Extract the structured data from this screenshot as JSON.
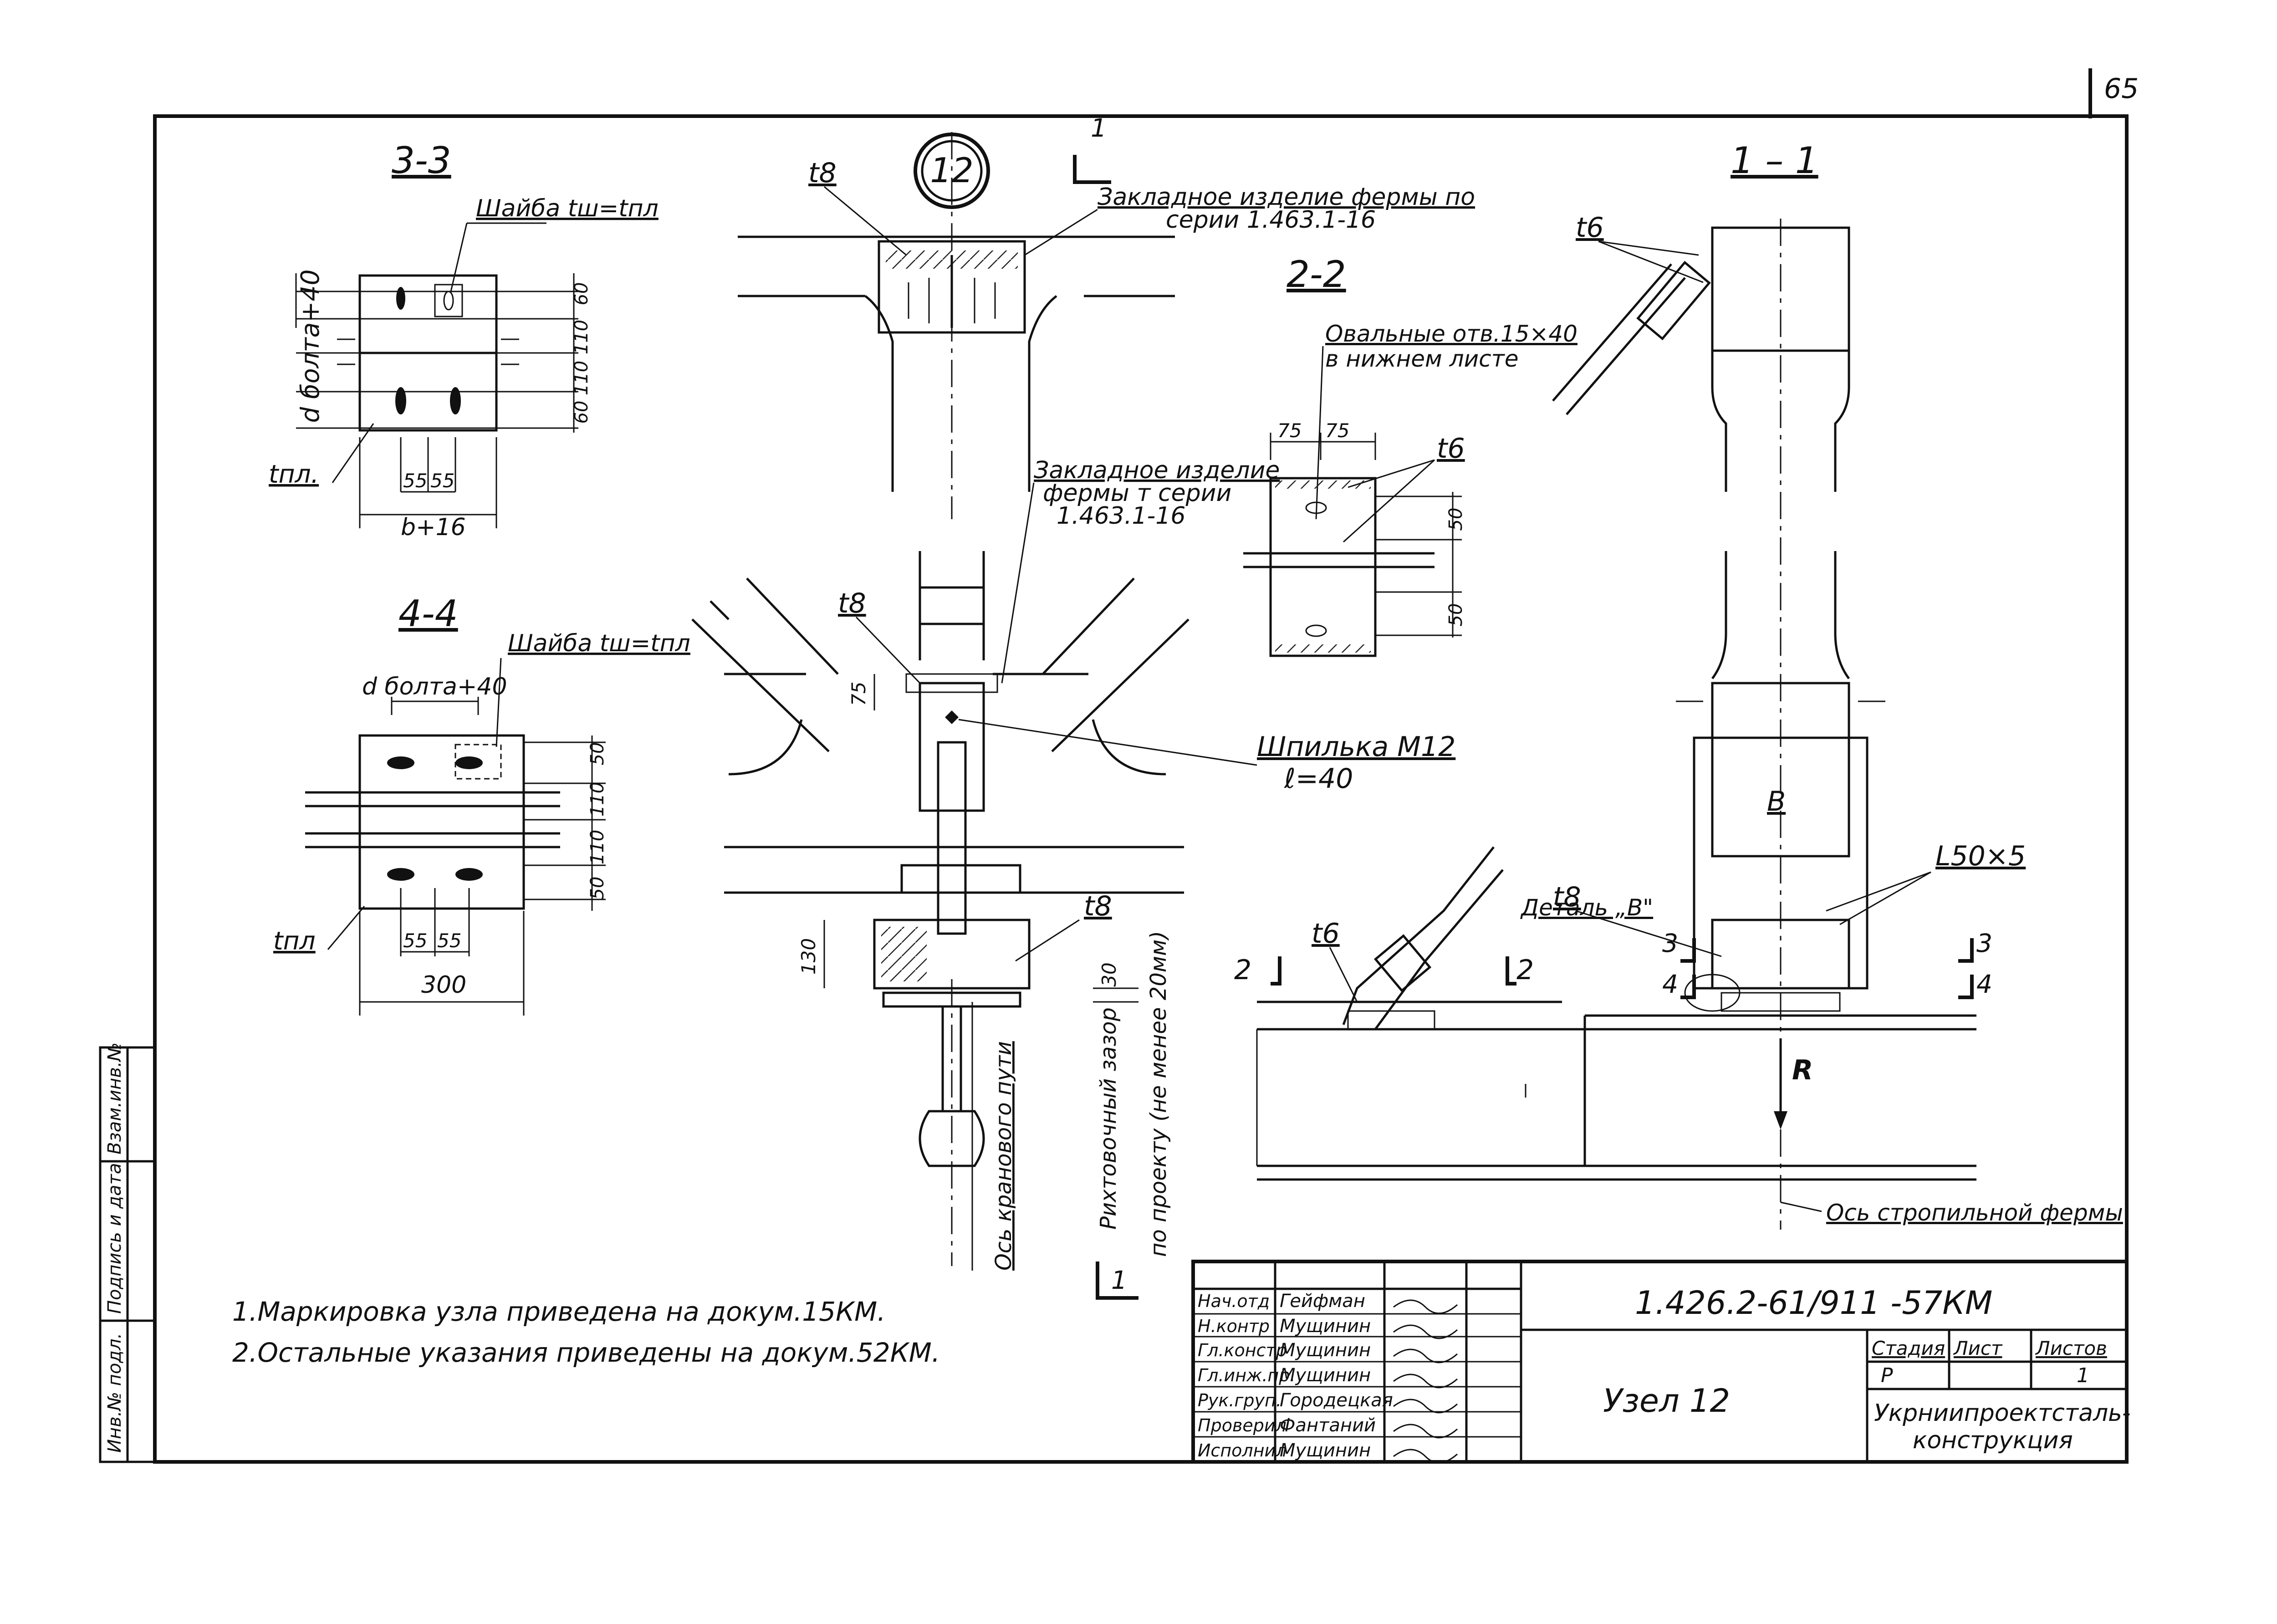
{
  "sheet": {
    "page_number": "65"
  },
  "node": {
    "marker": "12"
  },
  "section_11": {
    "title_top": "1",
    "title_bottom": "1",
    "section_title": "1 – 1",
    "weld_t6": "t6",
    "weld_t8": "t8",
    "angle": "L50×5",
    "detail_label": "Деталь „В\"",
    "detail_mark": "В",
    "mark_3": "3",
    "mark_4": "4",
    "reaction": "R",
    "axis_truss": "Ось стропильной фермы"
  },
  "section_33": {
    "title": "3-3",
    "washer": "Шайба tш=tпл",
    "bolt_dim": "d болта+40",
    "plate": "tпл.",
    "dims_v": [
      "60",
      "110",
      "110",
      "60"
    ],
    "dims_h": [
      "55",
      "55"
    ],
    "width": "b+16"
  },
  "section_44": {
    "title": "4-4",
    "washer": "Шайба tш=tпл",
    "bolt_dim": "d болта+40",
    "plate": "tпл",
    "dims_v": [
      "50",
      "110",
      "110",
      "50"
    ],
    "dims_h": [
      "55",
      "55"
    ],
    "width": "300"
  },
  "section_22": {
    "title": "2-2",
    "holes_note_1": "Овальные отв.15×40",
    "holes_note_2": "в нижнем листе",
    "weld": "t6",
    "dims_h": [
      "75",
      "75"
    ],
    "dims_v": [
      "50",
      "50"
    ],
    "side_weld": "t6",
    "mark_2": "2"
  },
  "main_view": {
    "weld_top": "t8",
    "embed_top_1": "Закладное изделие фермы по",
    "embed_top_2": "серии 1.463.1-16",
    "embed_mid_1": "Закладное изделие",
    "embed_mid_2": "фермы т серии",
    "embed_mid_3": "1.463.1-16",
    "dim_75": "75",
    "weld_mid": "t8",
    "stud_1": "Шпилька М12",
    "stud_2": "ℓ=40",
    "weld_base": "t8",
    "dim_130": "130",
    "dim_30": "30",
    "gap_1": "Рихтовочный зазор",
    "gap_2": "по проекту (не менее 20мм)",
    "axis_crane": "Ось кранового пути"
  },
  "notes": [
    "1.Маркировка узла приведена на докум.15КМ.",
    "2.Остальные указания приведены на докум.52КМ."
  ],
  "side_stamp": [
    "Инв.№ подл.",
    "Подпись и дата",
    "Взам.инв.№"
  ],
  "title_block": {
    "doc_code": "1.426.2-61/911 -57КМ",
    "title": "Узел 12",
    "stage_label": "Стадия",
    "sheet_label": "Лист",
    "sheets_label": "Листов",
    "stage": "Р",
    "sheet": "",
    "sheets": "1",
    "org_1": "Укрниипроектсталь-",
    "org_2": "конструкция",
    "roles": [
      {
        "role": "Нач.отд",
        "name": "Гейфман"
      },
      {
        "role": "Н.контр",
        "name": "Мущинин"
      },
      {
        "role": "Гл.констр",
        "name": "Мущинин"
      },
      {
        "role": "Гл.инж.пр.",
        "name": "Мущинин"
      },
      {
        "role": "Рук.груп.",
        "name": "Городецкая"
      },
      {
        "role": "Проверил",
        "name": "Фантаний"
      },
      {
        "role": "Исполнил",
        "name": "Мущинин"
      }
    ]
  }
}
